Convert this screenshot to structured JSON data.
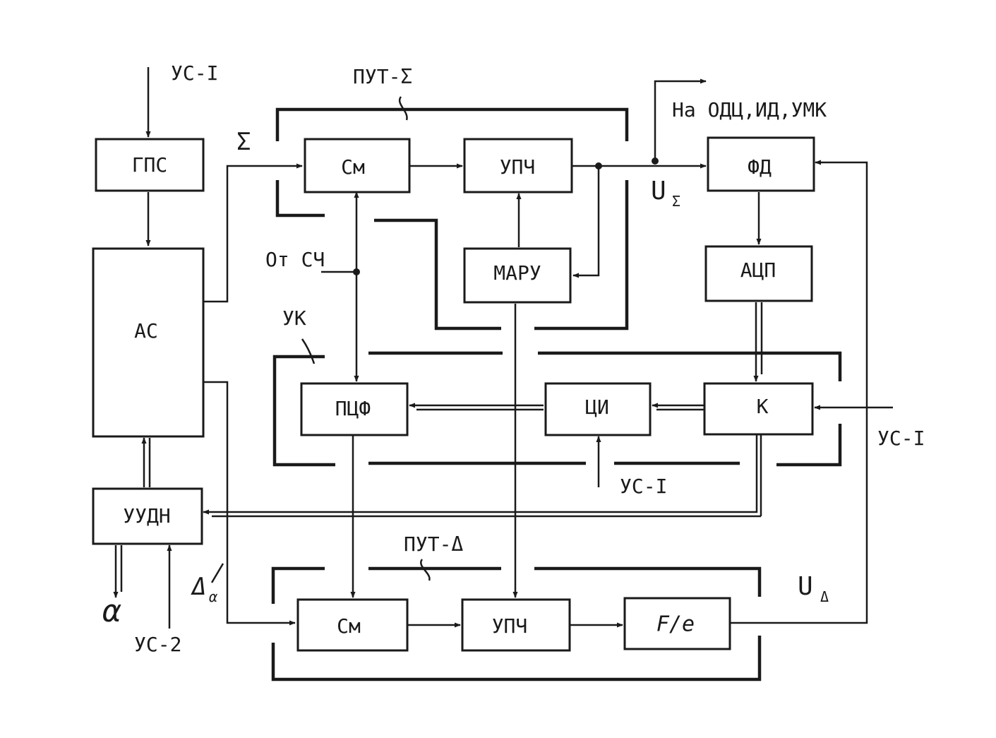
{
  "blocks": {
    "gps": "ГПС",
    "as": "АС",
    "uudn": "УУДН",
    "sm_top": "См",
    "upch_top": "УПЧ",
    "maru": "МАРУ",
    "pcf": "ПЦФ",
    "ci": "ЦИ",
    "k": "К",
    "fd": "ФД",
    "acp": "АЦП",
    "sm_bottom": "См",
    "upch_bottom": "УПЧ",
    "fe": "F/e"
  },
  "labels": {
    "us1_top": "УС-I",
    "put_sigma": "ПУТ-Σ",
    "sigma": "Σ",
    "out_to": "На ОДЦ,ИД,УМК",
    "u_sigma": "U",
    "u_sigma_sub": "Σ",
    "ot_sch": "От СЧ",
    "uk": "УК",
    "us1_right": "УС-I",
    "us1_mid": "УС-I",
    "put_delta": "ПУТ-Δ",
    "u_delta": "U",
    "u_delta_sub": "Δ",
    "delta_alpha": "Δ",
    "delta_alpha_sub": "α",
    "alpha": "α",
    "us2": "УС-2"
  }
}
